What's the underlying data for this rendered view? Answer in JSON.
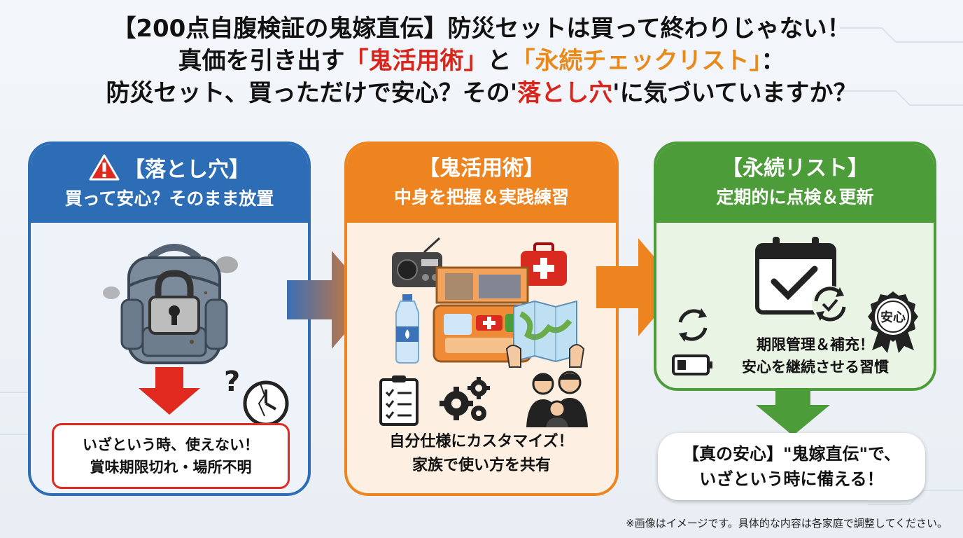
{
  "headline": {
    "line1": "【200点自腹検証の鬼嫁直伝】防災セットは買って終わりじゃない！",
    "line2_a": "真価を引き出す",
    "line2_b": "「鬼活用術」",
    "line2_c": "と",
    "line2_d": "「永続チェックリスト」",
    "line2_e": "：",
    "line3_a": "防災セット、買っただけで安心？その'",
    "line3_b": "落とし穴",
    "line3_c": "'に気づいていますか？"
  },
  "panel_pitfall": {
    "title": "【落とし穴】",
    "subtitle": "買って安心？そのまま放置",
    "warning_line1": "いざという時、使えない！",
    "warning_line2": "賞味期限切れ・場所不明",
    "icons": [
      "warning-icon",
      "backpack-icon",
      "lock-icon",
      "down-arrow-icon",
      "question-icon",
      "broken-clock-icon"
    ]
  },
  "panel_usage": {
    "title": "【鬼活用術】",
    "subtitle": "中身を把握＆実践練習",
    "caption_line1": "自分仕様にカスタマイズ！",
    "caption_line2": "家族で使い方を共有",
    "icons": [
      "radio-icon",
      "first-aid-kit-icon",
      "water-bottle-icon",
      "suitcase-icon",
      "map-icon",
      "checklist-icon",
      "gears-icon",
      "family-icon"
    ]
  },
  "panel_list": {
    "title": "【永続リスト】",
    "subtitle": "定期的に点検＆更新",
    "caption_line1": "期限管理＆補充！",
    "caption_line2": "安心を継続させる習慣",
    "badge": "安心",
    "icons": [
      "calendar-check-icon",
      "refresh-icon",
      "recycle-icon",
      "battery-icon",
      "badge-icon"
    ]
  },
  "result": {
    "line1": "【真の安心】\"鬼嫁直伝\"で、",
    "line2": "いざという時に備える！"
  },
  "footnote": "※画像はイメージです。具体的な内容は各家庭で調整してください。",
  "colors": {
    "blue": "#2d6db6",
    "orange": "#ee8420",
    "green": "#4d9c3a",
    "red": "#d9261c",
    "accent_orange": "#e8891a"
  }
}
